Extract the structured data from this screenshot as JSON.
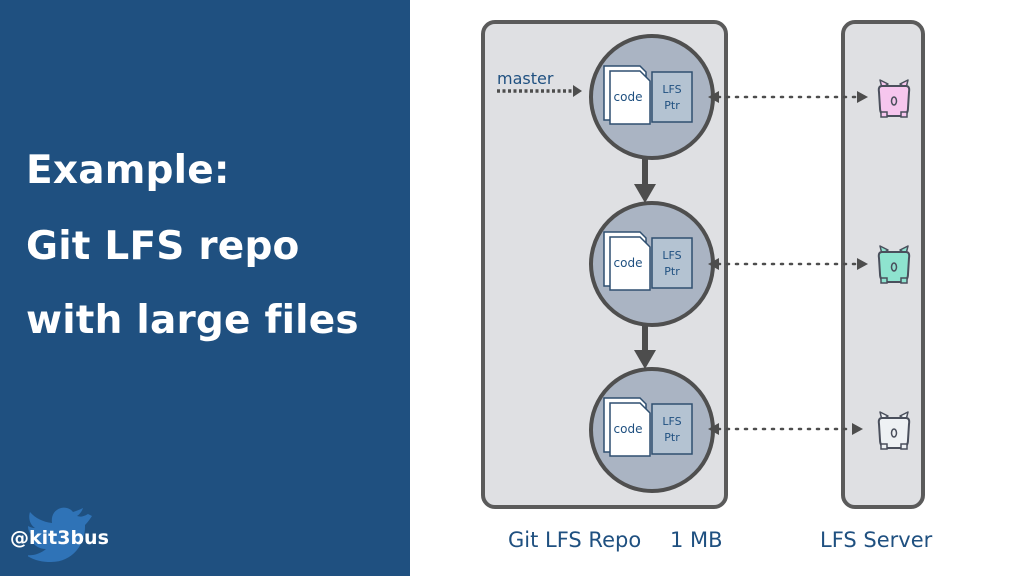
{
  "slide": {
    "title_lines": [
      "Example:",
      "Git LFS repo",
      "with large files"
    ],
    "twitter_handle": "@kit3bus"
  },
  "diagram": {
    "branch_label": "master",
    "commits": [
      {
        "code_label": "code",
        "pointer_label_1": "LFS",
        "pointer_label_2": "Ptr",
        "object_color": "#f6c6ee"
      },
      {
        "code_label": "code",
        "pointer_label_1": "LFS",
        "pointer_label_2": "Ptr",
        "object_color": "#8ee3cf"
      },
      {
        "code_label": "code",
        "pointer_label_1": "LFS",
        "pointer_label_2": "Ptr",
        "object_color": "#eef1f4"
      }
    ],
    "repo_caption": "Git LFS Repo",
    "repo_size": "1 MB",
    "server_caption": "LFS Server"
  },
  "colors": {
    "brand_blue": "#1f5080",
    "container_fill": "#dfe0e3",
    "container_stroke": "#5b5b5b",
    "commit_fill": "#aab4c3",
    "arrow": "#4d4d4d"
  },
  "icons": {
    "bird": "twitter-bird-icon",
    "object": "pig-storage-icon",
    "file": "file-icon"
  }
}
